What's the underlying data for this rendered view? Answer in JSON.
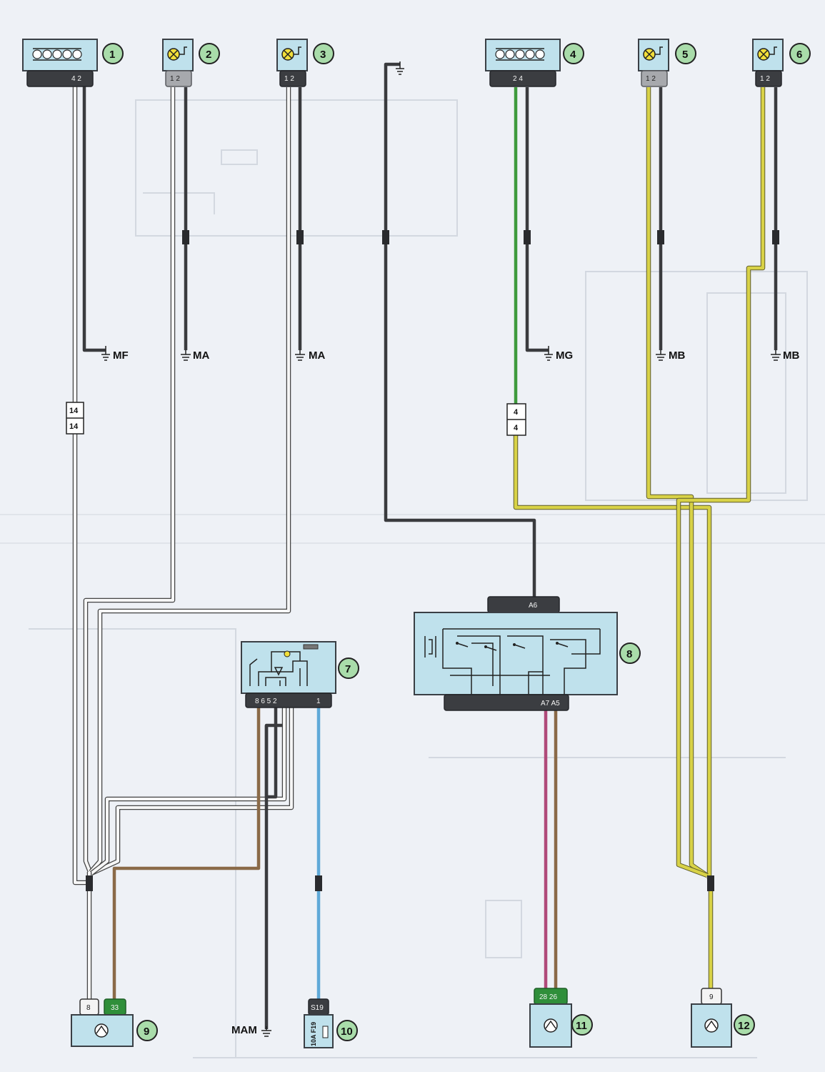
{
  "components": {
    "c1": {
      "badge": "1",
      "pins": "4 2"
    },
    "c2": {
      "badge": "2",
      "pins": "1 2"
    },
    "c3": {
      "badge": "3",
      "pins": "1 2"
    },
    "c4": {
      "badge": "4",
      "pins": "2 4"
    },
    "c5": {
      "badge": "5",
      "pins": "1 2"
    },
    "c6": {
      "badge": "6",
      "pins": "1 2"
    },
    "c7": {
      "badge": "7",
      "pins": "8  6 5 2",
      "pin1": "1"
    },
    "c8": {
      "badge": "8",
      "top_pin": "A6",
      "bottom_pins": "A7 A5"
    },
    "c9": {
      "badge": "9",
      "pin_a": "8",
      "pin_b": "33"
    },
    "c10": {
      "badge": "10",
      "pin": "S19",
      "fuse": "10A F19"
    },
    "c11": {
      "badge": "11",
      "pins": "28 26"
    },
    "c12": {
      "badge": "12",
      "pin": "9"
    }
  },
  "grounds": {
    "g1": "MF",
    "g2": "MA",
    "g3": "MA",
    "g4": "MG",
    "g5": "MB",
    "g6": "MB",
    "g7": "MAM"
  },
  "inline_connectors": {
    "left_top": "14",
    "left_bottom": "14",
    "right_top": "4",
    "right_bottom": "4"
  },
  "colors": {
    "component_fill": "#bfe1ec",
    "badge_fill": "#a9dcaa",
    "wire_dark": "#3a3b3e",
    "wire_green": "#3e9a3c",
    "wire_yellow": "#d8d247",
    "wire_brown": "#8a6a48",
    "wire_blue": "#5fa9d8",
    "wire_pink": "#b04a7a"
  }
}
